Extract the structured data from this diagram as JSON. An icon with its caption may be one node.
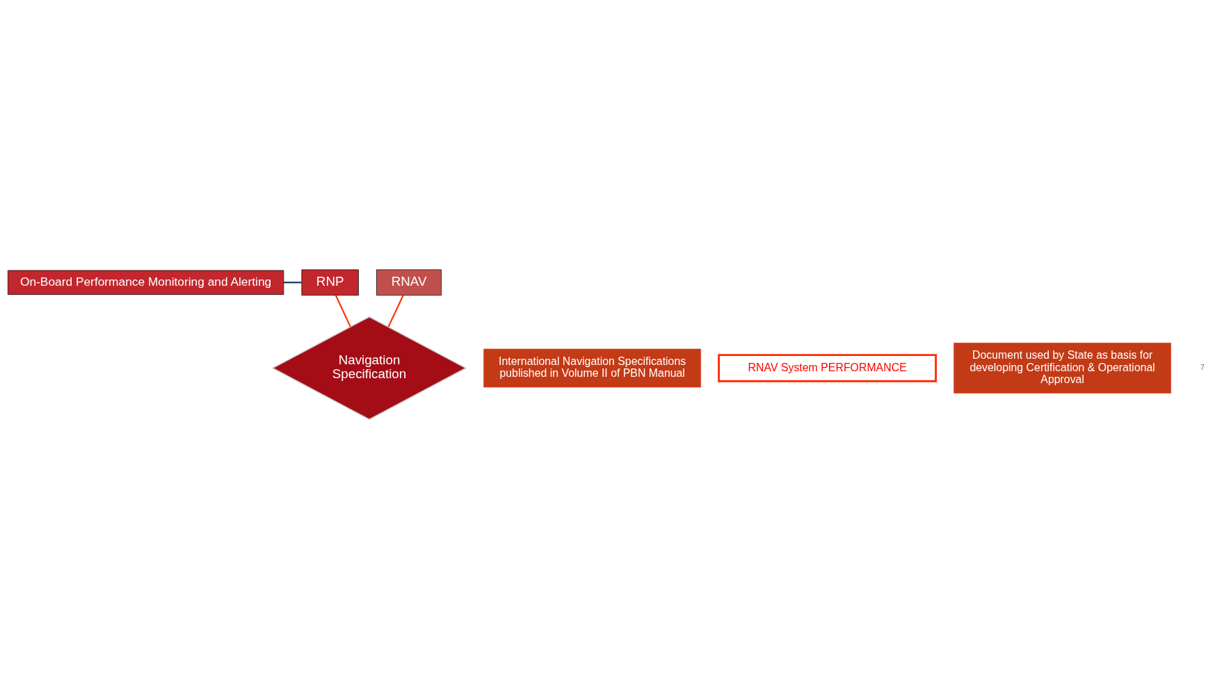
{
  "diagram": {
    "nodes": [
      {
        "text": [
          "On-Board Performance Monitoring and Alerting"
        ]
      },
      {
        "text": [
          "RNAV"
        ]
      },
      {
        "text": [
          "RNP"
        ]
      },
      {
        "text": [
          "Navigation Specification"
        ]
      },
      {
        "text": [
          "International Navigation Specifications published in Volume II of PBN Manual"
        ]
      },
      {
        "text": [
          "RNAV System PERFORMANCE"
        ]
      },
      {
        "text": [
          "Document used by State as basis for developing Certification & Operational Approval"
        ]
      }
    ],
    "edges": [
      {
        "from": 2,
        "to": 0,
        "arrow": "none",
        "color": "#0b2e5c"
      },
      {
        "from": 1,
        "to": 3,
        "arrow": "none"
      },
      {
        "from": 2,
        "to": 3,
        "arrow": "none"
      }
    ],
    "labels": [
      "7"
    ]
  }
}
